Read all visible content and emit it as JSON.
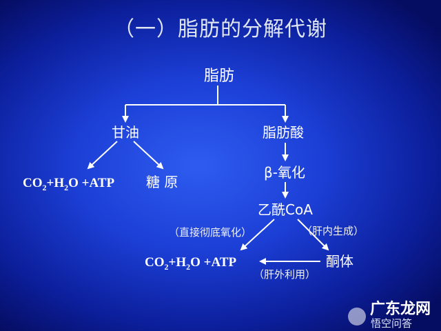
{
  "title": "（一）脂肪的分解代谢",
  "nodes": {
    "root": "脂肪",
    "glycerol": "甘油",
    "fatty_acid": "脂肪酸",
    "beta_oxidation": "β-氧化",
    "acetyl_coa": "乙酰CoA",
    "ketone": "酮体",
    "sugar": "糖 原"
  },
  "formula_left": {
    "co2": "CO",
    "sub2": "2",
    "h2o": "+H",
    "sub2b": "2",
    "rest": "O +ATP"
  },
  "formula_bottom": {
    "co2": "CO",
    "sub2": "2",
    "h2o": "+H",
    "sub2b": "2",
    "rest": "O +ATP"
  },
  "notes": {
    "direct_oxidation": "（直接彻底氧化）",
    "liver_generation": "（肝内生成）",
    "extrahepatic": "（肝外利用）"
  },
  "watermark": {
    "main": "广东龙网",
    "sub": "悟空问答"
  },
  "colors": {
    "background": "#1c3fd6",
    "line": "#ffffff",
    "text": "#ffffff"
  }
}
